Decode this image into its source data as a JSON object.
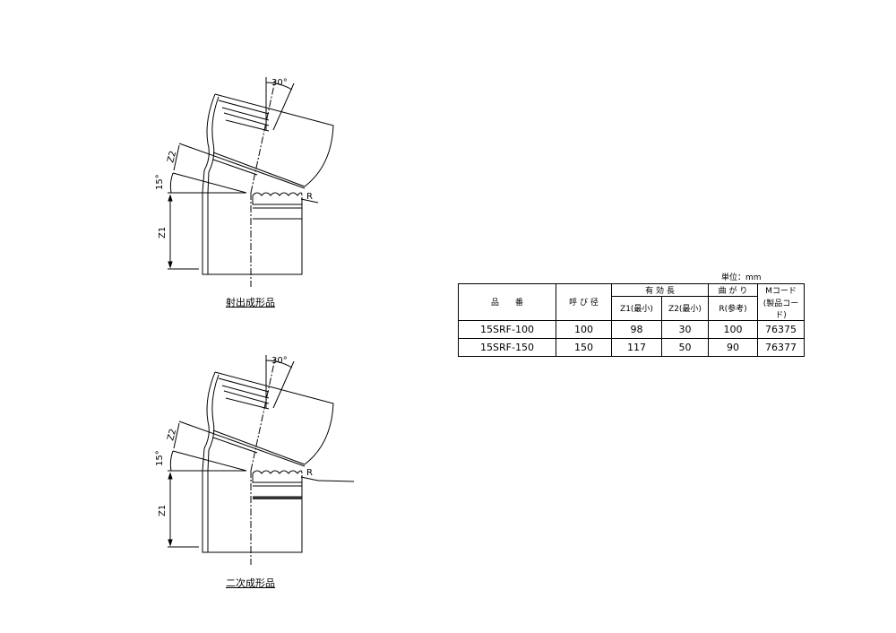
{
  "drawings": [
    {
      "caption": "射出成形品",
      "angle_top": "30°",
      "angle_side": "15°",
      "dim_z1": "Z1",
      "dim_z2": "Z2",
      "dim_r": "R"
    },
    {
      "caption": "二次成形品",
      "angle_top": "30°",
      "angle_side": "15°",
      "dim_z1": "Z1",
      "dim_z2": "Z2",
      "dim_r": "R"
    }
  ],
  "table": {
    "unit": "単位：mm",
    "headers": {
      "product": "品　　番",
      "nominal": "呼 び 径",
      "effective_length": "有 効 長",
      "z1": "Z1(最小)",
      "z2": "Z2(最小)",
      "bend": "曲 が り",
      "r": "R(参考)",
      "mcode": "Mコード",
      "product_code": "(製品コード)"
    },
    "rows": [
      {
        "product": "15SRF-100",
        "nominal": "100",
        "z1": "98",
        "z2": "30",
        "r": "100",
        "mcode": "76375"
      },
      {
        "product": "15SRF-150",
        "nominal": "150",
        "z1": "117",
        "z2": "50",
        "r": "90",
        "mcode": "76377"
      }
    ]
  }
}
